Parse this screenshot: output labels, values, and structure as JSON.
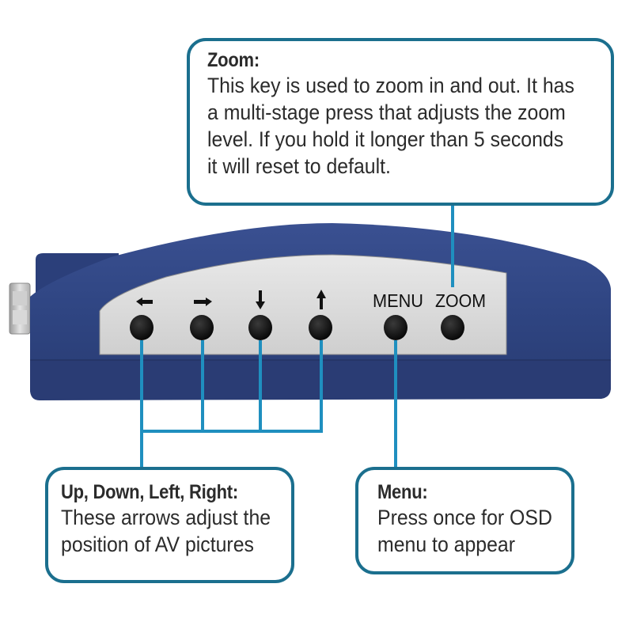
{
  "device": {
    "body_color": "#2f4582",
    "panel_color": "#dcdcdc",
    "connector_color": "#1f8fbf",
    "callout_border_color": "#1b6f8e",
    "buttons": [
      {
        "id": "left",
        "label": "←",
        "icon": "arrow-left-icon"
      },
      {
        "id": "right",
        "label": "→",
        "icon": "arrow-right-icon"
      },
      {
        "id": "down",
        "label": "↓",
        "icon": "arrow-down-icon"
      },
      {
        "id": "up",
        "label": "↑",
        "icon": "arrow-up-icon"
      },
      {
        "id": "menu",
        "label": "MENU"
      },
      {
        "id": "zoom",
        "label": "ZOOM"
      }
    ]
  },
  "callouts": {
    "zoom": {
      "title": "Zoom:",
      "body": "This key is used to zoom in and out. It has\na multi-stage press that adjusts the zoom\nlevel. If you hold it longer than 5 seconds\nit will reset to default."
    },
    "arrows": {
      "title": "Up, Down, Left, Right:",
      "body": "These arrows adjust the\nposition of AV pictures"
    },
    "menu": {
      "title": "Menu:",
      "body": "Press once for OSD\nmenu to appear"
    }
  }
}
